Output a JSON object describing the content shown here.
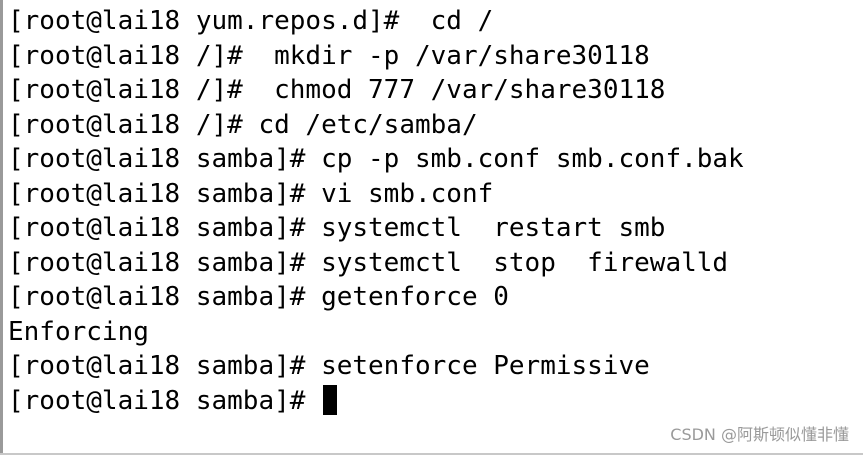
{
  "terminal": {
    "lines": [
      "[root@lai18 yum.repos.d]#  cd /",
      "[root@lai18 /]#  mkdir -p /var/share30118",
      "[root@lai18 /]#  chmod 777 /var/share30118",
      "[root@lai18 /]# cd /etc/samba/",
      "[root@lai18 samba]# cp -p smb.conf smb.conf.bak",
      "[root@lai18 samba]# vi smb.conf",
      "[root@lai18 samba]# systemctl  restart smb",
      "[root@lai18 samba]# systemctl  stop  firewalld",
      "[root@lai18 samba]# getenforce 0",
      "Enforcing",
      "[root@lai18 samba]# setenforce Permissive",
      "[root@lai18 samba]# "
    ],
    "cursor_color": "#000000",
    "background_color": "#ffffff"
  },
  "watermark": {
    "text": "CSDN @阿斯顿似懂非懂"
  }
}
